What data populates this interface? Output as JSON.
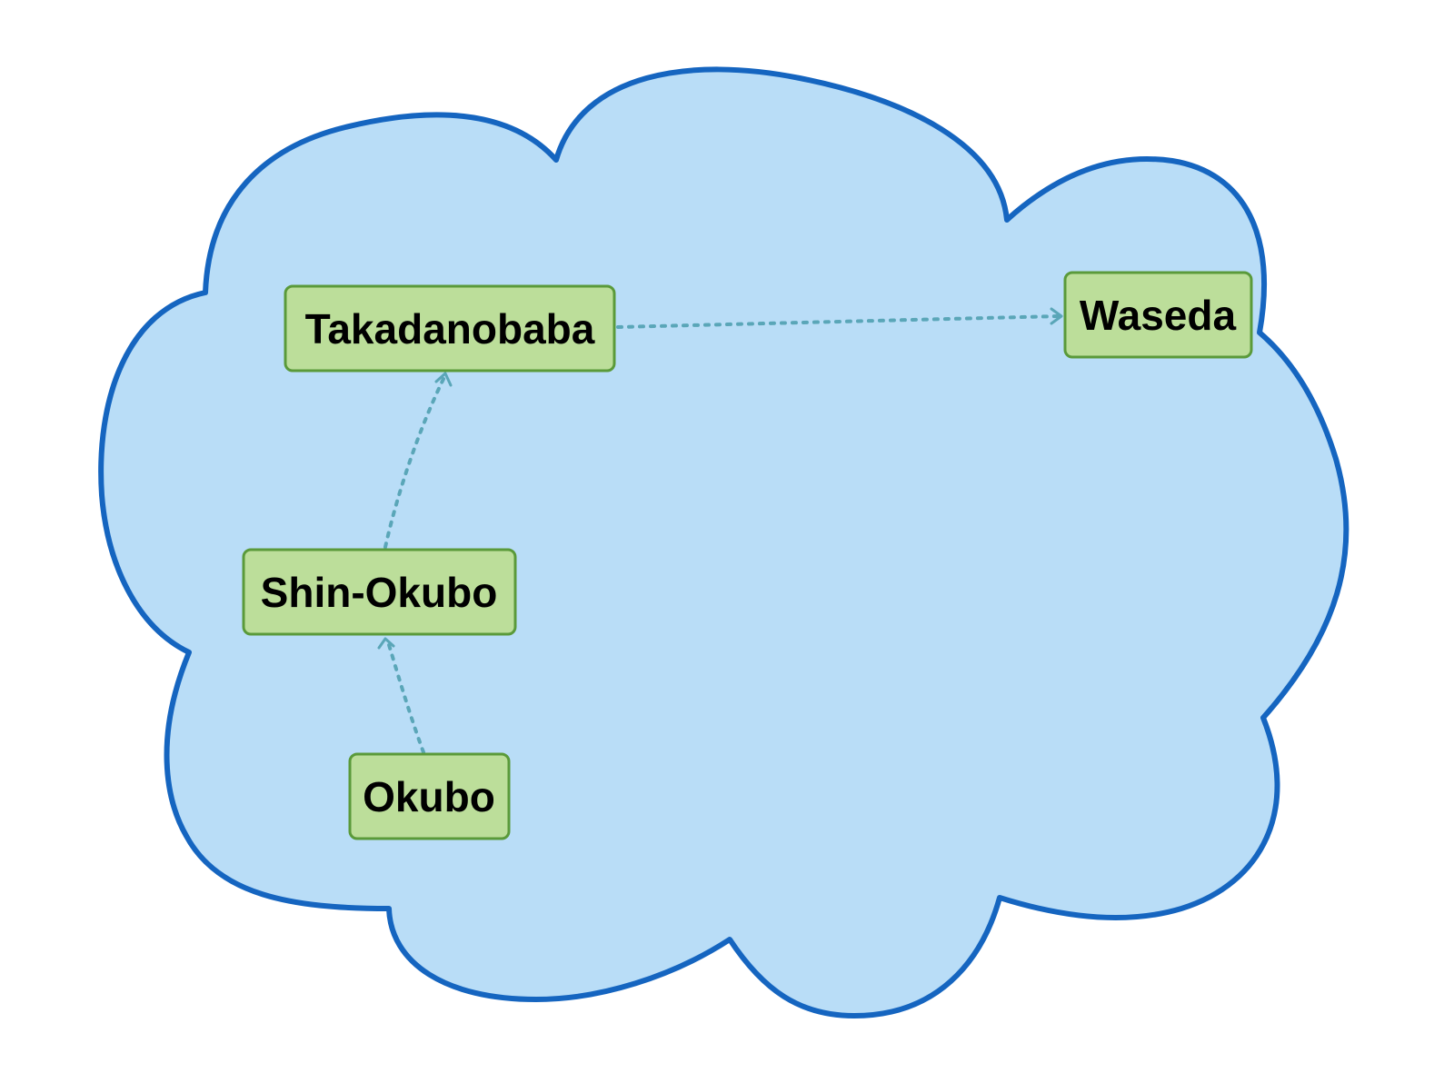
{
  "colors": {
    "cloud_fill": "#b9ddf7",
    "cloud_stroke": "#1565c0",
    "node_fill": "#bcde9a",
    "node_stroke": "#5a9a3a",
    "node_text": "#000000",
    "edge": "#5aa6b8"
  },
  "nodes": [
    {
      "id": "takadanobaba",
      "label": "Takadanobaba"
    },
    {
      "id": "waseda",
      "label": "Waseda"
    },
    {
      "id": "shin-okubo",
      "label": "Shin-Okubo"
    },
    {
      "id": "okubo",
      "label": "Okubo"
    }
  ],
  "edges": [
    {
      "from": "okubo",
      "to": "shin-okubo",
      "style": "dotted-arrow"
    },
    {
      "from": "shin-okubo",
      "to": "takadanobaba",
      "style": "dotted-arrow"
    },
    {
      "from": "takadanobaba",
      "to": "waseda",
      "style": "dotted-arrow"
    }
  ]
}
